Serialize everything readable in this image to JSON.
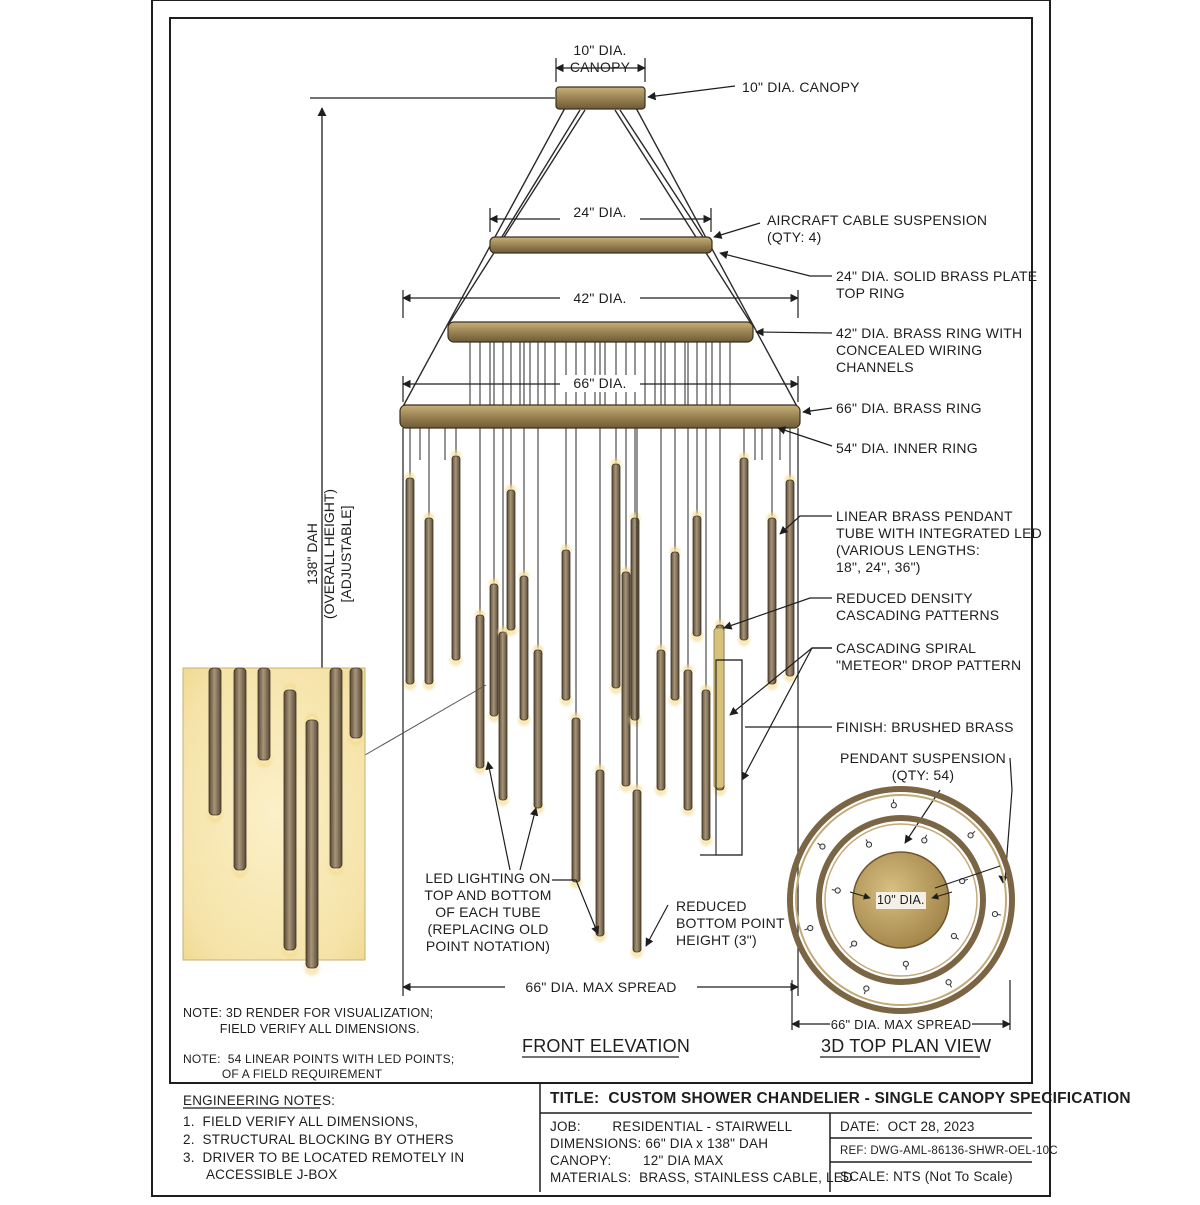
{
  "callouts": {
    "canopy_top": "10\" DIA.\nCANOPY",
    "canopy_right": "10\" DIA. CANOPY",
    "dim_24": "24\" DIA.",
    "dim_42": "42\" DIA.",
    "dim_66": "66\" DIA.",
    "cable": "AIRCRAFT CABLE SUSPENSION\n(QTY: 4)",
    "ring_24": "24\" DIA. SOLID BRASS PLATE\nTOP RING",
    "ring_42": "42\" DIA. BRASS RING WITH\nCONCEALED WIRING\nCHANNELS",
    "ring_66": "66\" DIA. BRASS RING",
    "ring_54": "54\" DIA. INNER RING",
    "pendant_tube": "LINEAR BRASS PENDANT\nTUBE WITH INTEGRATED LED\n(VARIOUS LENGTHS:\n18\", 24\", 36\")",
    "density": "REDUCED DENSITY\nCASCADING PATTERNS",
    "spiral": "CASCADING SPIRAL\n\"METEOR\" DROP PATTERN",
    "finish": "FINISH: BRUSHED BRASS",
    "pendant_susp": "PENDANT SUSPENSION\n(QTY: 54)",
    "plan_canopy": "10\" DIA.",
    "led_lighting": "LED LIGHTING ON\nTOP AND BOTTOM\nOF EACH TUBE\n(REPLACING OLD\nPOINT NOTATION)",
    "bottom_point": "REDUCED\nBOTTOM POINT\nHEIGHT (3\")",
    "overall_height": "138\" DAH\n(OVERALL HEIGHT)\n[ADJUSTABLE]",
    "max_spread_front": "66\" DIA. MAX SPREAD",
    "max_spread_plan": "66\" DIA. MAX SPREAD"
  },
  "notes": {
    "render": "NOTE: 3D RENDER FOR VISUALIZATION;\n          FIELD VERIFY ALL DIMENSIONS.",
    "points": "NOTE:  54 LINEAR POINTS WITH LED POINTS;\n           OF A FIELD REQUIREMENT"
  },
  "views": {
    "front": "FRONT ELEVATION",
    "plan": "3D TOP PLAN VIEW"
  },
  "engineering": {
    "heading": "ENGINEERING NOTES:",
    "items": [
      "1.  FIELD VERIFY ALL DIMENSIONS,",
      "2.  STRUCTURAL BLOCKING BY OTHERS",
      "3.  DRIVER TO BE LOCATED REMOTELY IN\n      ACCESSIBLE J-BOX"
    ]
  },
  "title_block": {
    "title": "TITLE:  CUSTOM SHOWER CHANDELIER - SINGLE CANOPY SPECIFICATION",
    "job": "JOB:        RESIDENTIAL - STAIRWELL",
    "dimensions": "DIMENSIONS: 66\" DIA x 138\" DAH",
    "canopy": "CANOPY:        12\" DIA MAX",
    "materials": "MATERIALS:  BRASS, STAINLESS CABLE, LED",
    "date": "DATE:  OCT 28, 2023",
    "ref": "REF: DWG-AML-86136-SHWR-OEL-10C",
    "scale": "SCALE: NTS (Not To Scale)"
  },
  "colors": {
    "brass": "#a8925e",
    "brass_dark": "#6f5d3a",
    "tube": "#8a7a62",
    "glow": "#f3d98a",
    "line": "#2a2a2a",
    "canopy_plan": "#b89a5a"
  }
}
